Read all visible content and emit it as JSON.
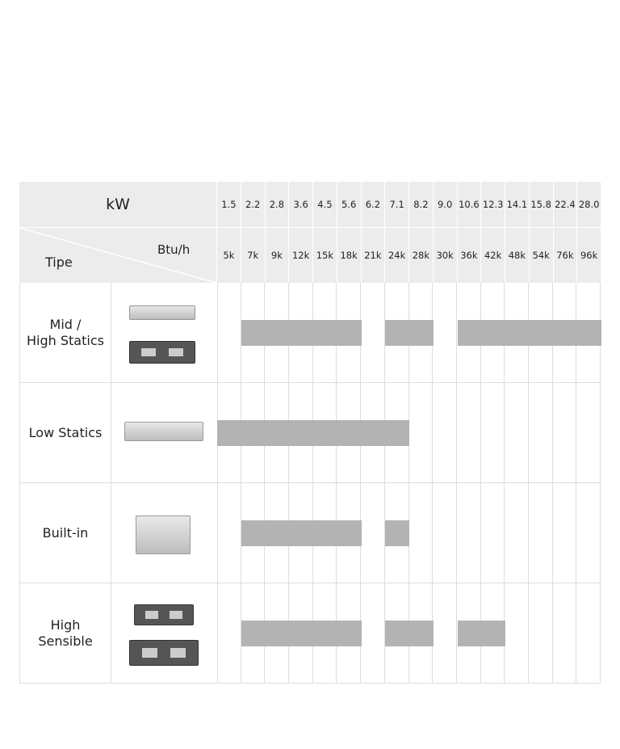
{
  "header": {
    "kw_label": "kW",
    "btu_label": "Btu/h",
    "type_label": "Tipe"
  },
  "kw": [
    "1.5",
    "2.2",
    "2.8",
    "3.6",
    "4.5",
    "5.6",
    "6.2",
    "7.1",
    "8.2",
    "9.0",
    "10.6",
    "12.3",
    "14.1",
    "15.8",
    "22.4",
    "28.0"
  ],
  "btu": [
    "5k",
    "7k",
    "9k",
    "12k",
    "15k",
    "18k",
    "21k",
    "24k",
    "28k",
    "30k",
    "36k",
    "42k",
    "48k",
    "54k",
    "76k",
    "96k"
  ],
  "colors": {
    "bar": "#b3b3b3",
    "header_bg": "#ececec"
  },
  "rows": [
    {
      "name": "Mid /\nHigh Statics",
      "ranges": [
        [
          1,
          5
        ],
        [
          7,
          8
        ],
        [
          10,
          15
        ]
      ]
    },
    {
      "name": "Low Statics",
      "ranges": [
        [
          0,
          7
        ]
      ]
    },
    {
      "name": "Built-in",
      "ranges": [
        [
          1,
          5
        ],
        [
          7,
          7
        ]
      ]
    },
    {
      "name": "High\nSensible",
      "ranges": [
        [
          1,
          5
        ],
        [
          7,
          8
        ],
        [
          10,
          11
        ]
      ]
    }
  ]
}
